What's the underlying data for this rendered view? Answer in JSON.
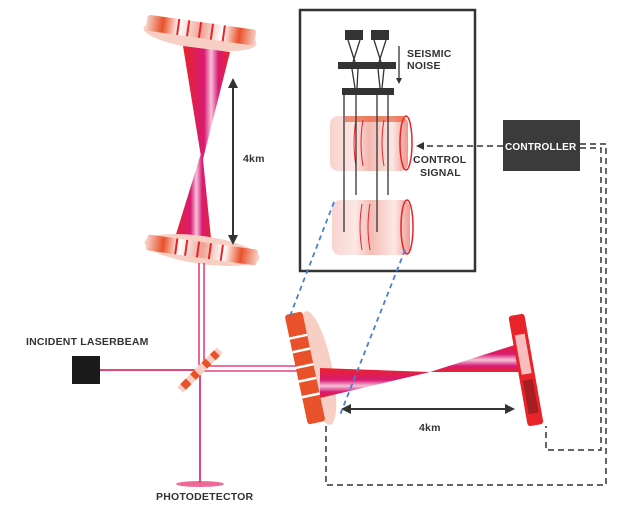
{
  "title": "Laser interferometer gravitational-wave detector schematic",
  "labels": {
    "incident_laserbeam": "INCIDENT LASERBEAM",
    "photodetector": "PHOTODETECTOR",
    "arm_vertical_length": "4km",
    "arm_horizontal_length": "4km",
    "seismic_noise_line1": "SEISMIC",
    "seismic_noise_line2": "NOISE",
    "control_signal_line1": "CONTROL",
    "control_signal_line2": "SIGNAL",
    "controller": "CONTROLLER"
  },
  "colors": {
    "beam_pink": "#e8447c",
    "beam_magenta": "#d81b72",
    "beam_red": "#e8232a",
    "mirror_orange": "#e8512a",
    "mirror_light": "#f7cfc4",
    "dark": "#333333",
    "controller_bg": "#3a3b3a",
    "zoom_guide_blue": "#4a7fd4"
  }
}
